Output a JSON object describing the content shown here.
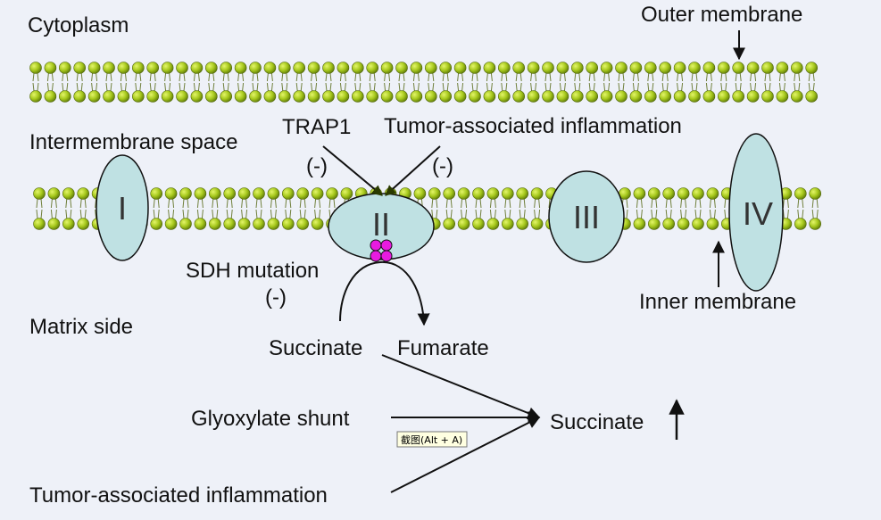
{
  "labels": {
    "cytoplasm": "Cytoplasm",
    "outer_membrane": "Outer membrane",
    "intermembrane_space": "Intermembrane space",
    "trap1": "TRAP1",
    "tumor_inflammation_top": "Tumor-associated inflammation",
    "inhibit_trap1": "(-)",
    "inhibit_inflammation": "(-)",
    "sdh_mutation": "SDH mutation",
    "inhibit_sdh": "(-)",
    "matrix_side": "Matrix side",
    "inner_membrane": "Inner membrane",
    "succinate_fumarate_left": "Succinate",
    "fumarate": "Fumarate",
    "glyoxylate_shunt": "Glyoxylate shunt",
    "succinate_result": "Succinate",
    "tumor_inflammation_bottom": "Tumor-associated inflammation",
    "screenshot_tooltip": "截图(Alt + A)"
  },
  "complexes": {
    "I": "I",
    "II": "II",
    "III": "III",
    "IV": "IV"
  },
  "colors": {
    "background": "#eef1f8",
    "lipid_head": "#9cc21a",
    "complex_fill": "#bfe1e3",
    "sdh_subunit": "#e81be0"
  }
}
